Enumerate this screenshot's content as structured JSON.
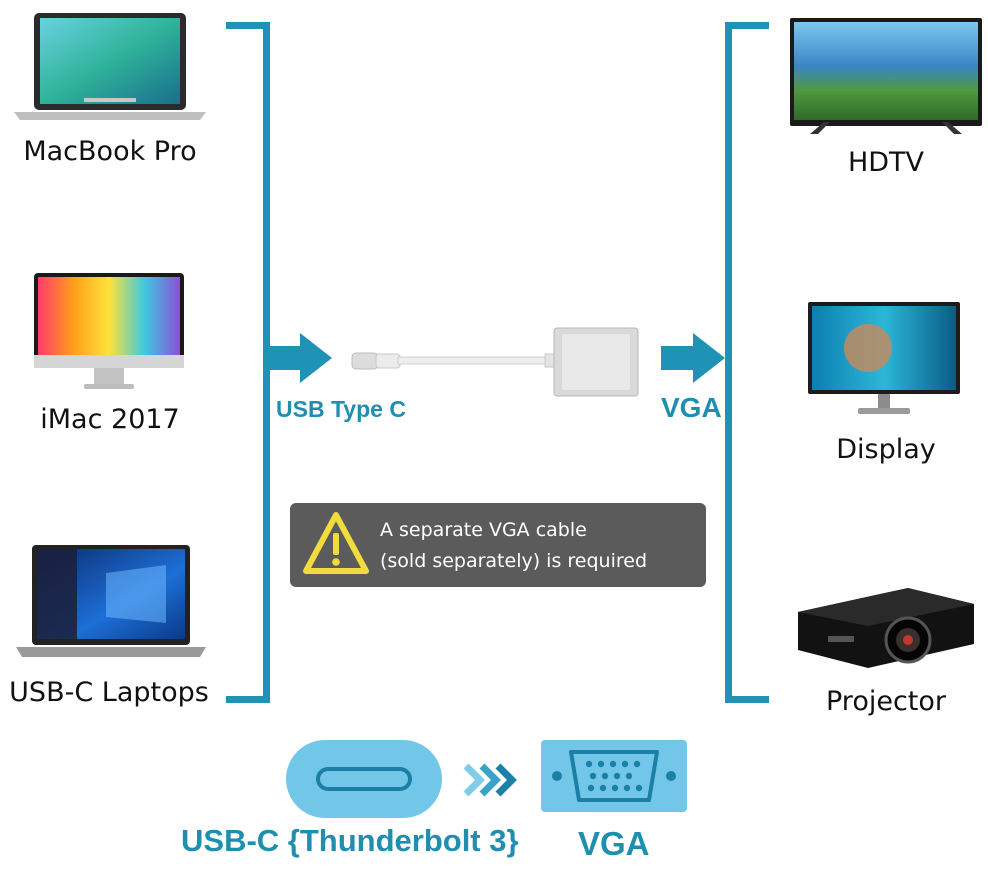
{
  "sources": [
    {
      "label": "MacBook Pro",
      "icon": "laptop-icon"
    },
    {
      "label": "iMac 2017",
      "icon": "imac-icon"
    },
    {
      "label": "USB-C Laptops",
      "icon": "windows-laptop-icon"
    }
  ],
  "targets": [
    {
      "label": "HDTV",
      "icon": "tv-icon"
    },
    {
      "label": "Display",
      "icon": "monitor-icon"
    },
    {
      "label": "Projector",
      "icon": "projector-icon"
    }
  ],
  "input_label": "USB Type C",
  "output_label": "VGA",
  "notice": {
    "line1": "A separate VGA cable",
    "line2": "(sold separately) is required",
    "icon": "warning-icon"
  },
  "footer": {
    "left_label": "USB-C {Thunderbolt 3}",
    "right_label": "VGA"
  },
  "colors": {
    "accent": "#1f93b6",
    "light_accent": "#72c7e8",
    "notice_bg": "#5b5b5b",
    "warning": "#f2dc3d"
  }
}
